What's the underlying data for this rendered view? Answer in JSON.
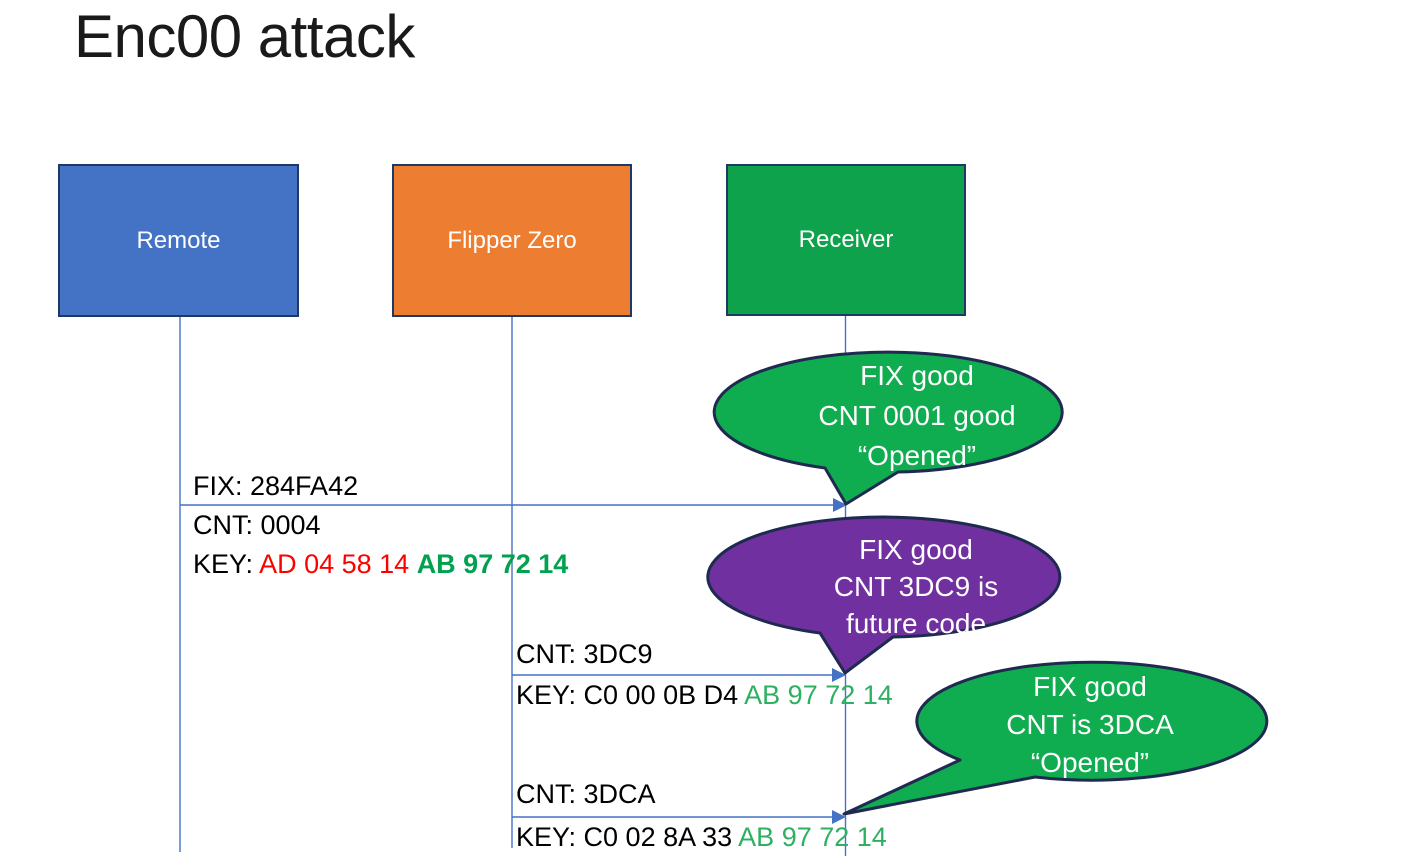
{
  "title": "Enc00 attack",
  "actors": [
    {
      "id": "remote",
      "label": "Remote"
    },
    {
      "id": "flipper",
      "label": "Flipper Zero"
    },
    {
      "id": "receiver",
      "label": "Receiver"
    }
  ],
  "messages": {
    "m1": {
      "fix": "FIX: 284FA42",
      "cnt": "CNT: 0004",
      "key_prefix": "KEY: ",
      "key_red": "AD 04 58 14 ",
      "key_green": "AB 97 72 14"
    },
    "m2": {
      "cnt": "CNT: 3DC9",
      "key_black": "KEY: C0 00 0B D4 ",
      "key_green": "AB 97 72 14"
    },
    "m3": {
      "cnt": "CNT: 3DCA",
      "key_black": "KEY: C0 02 8A 33 ",
      "key_green": "AB 97 72 14"
    }
  },
  "callouts": {
    "c1": {
      "color": "green",
      "line1": "FIX good",
      "line2": "CNT 0001 good",
      "line3": "“Opened”"
    },
    "c2": {
      "color": "purple",
      "line1": "FIX good",
      "line2": "CNT 3DC9 is",
      "line3": "future code"
    },
    "c3": {
      "color": "green",
      "line1": "FIX good",
      "line2": "CNT is 3DCA",
      "line3": "“Opened”"
    }
  },
  "colors": {
    "title_text": "#1A1A1A",
    "actor_remote_fill": "#4472C4",
    "actor_flipper_fill": "#ED7D31",
    "actor_receiver_fill": "#0EA24C",
    "actor_border": "#1F3864",
    "actor_label_text": "#FFFFFF",
    "connector": "#4472C4",
    "callout_green_fill": "#10AC50",
    "callout_purple_fill": "#7030A0",
    "callout_outline": "#1F2A50",
    "callout_text": "#FFFFFF",
    "message_text": "#000000",
    "key_red": "#FF0000",
    "key_green_bold": "#00A14F",
    "key_green": "#2EB062"
  }
}
